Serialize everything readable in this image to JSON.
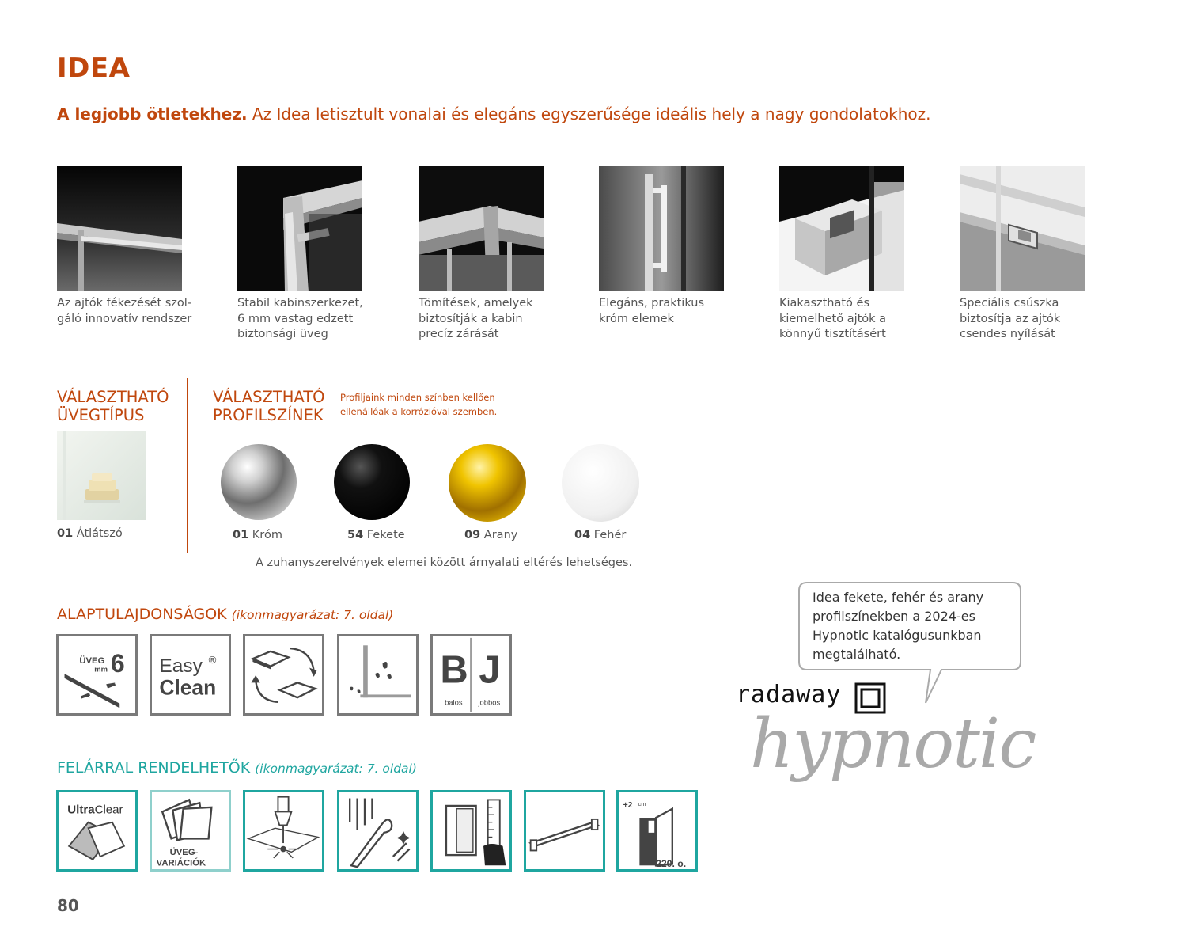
{
  "header": {
    "title": "IDEA",
    "subtitle_bold": "A legjobb ötletekhez.",
    "subtitle_rest": " Az Idea letisztult vonalai és elegáns egyszerűsége ideális hely a nagy gondolatokhoz."
  },
  "features": [
    {
      "caption": "Az ajtók fékezését szol-\ngáló innovatív rendszer"
    },
    {
      "caption": "Stabil kabinszerkezet,\n6 mm vastag edzett\nbiztonsági üveg"
    },
    {
      "caption": "Tömítések, amelyek\nbiztosítják a kabin\nprecíz zárását"
    },
    {
      "caption": "Elegáns, praktikus\nkróm elemek"
    },
    {
      "caption": "Kiakasztható és\nkiemelhető ajtók a\nkönnyű tisztításért"
    },
    {
      "caption": "Speciális csúszka\nbiztosítja az ajtók\ncsendes nyílását"
    }
  ],
  "glass": {
    "heading_line1": "VÁLASZTHATÓ",
    "heading_line2": "ÜVEGTÍPUS",
    "code": "01",
    "name": "Átlátszó"
  },
  "profiles": {
    "heading_line1": "VÁLASZTHATÓ",
    "heading_line2": "PROFILSZÍNEK",
    "note_line1": "Profiljaink minden színben kellően",
    "note_line2": "ellenállóak a korrózióval szemben.",
    "colors": [
      {
        "code": "01",
        "name": "Króm",
        "color": "#b8b8b8"
      },
      {
        "code": "54",
        "name": "Fekete",
        "color": "#111111"
      },
      {
        "code": "09",
        "name": "Arany",
        "color": "#e0b000"
      },
      {
        "code": "04",
        "name": "Fehér",
        "color": "#f2f2f2"
      }
    ],
    "disclaimer": "A zuhanyszerelvények elemei között árnyalati eltérés lehetséges."
  },
  "basic": {
    "heading": "ALAPTULAJDONSÁGOK",
    "heading_note": "(ikonmagyarázat: 7. oldal)",
    "glass_icon": {
      "line1": "ÜVEG",
      "line2": "mm",
      "value": "6"
    },
    "easyclean_icon": {
      "line1": "Easy",
      "line2": "Clean",
      "reg": "®"
    },
    "bj_icon": {
      "b": "B",
      "j": "J",
      "b_label": "balos",
      "j_label": "jobbos"
    }
  },
  "optional": {
    "heading": "FELÁRRAL RENDELHETŐK",
    "heading_note": "(ikonmagyarázat: 7. oldal)",
    "ultraclear": {
      "bold": "Ultra",
      "rest": "Clear"
    },
    "variations": {
      "line1": "ÜVEG-",
      "line2": "VARIÁCIÓK"
    },
    "extension": {
      "plus": "+2",
      "unit": "cm",
      "height": "220. o."
    }
  },
  "promo": {
    "bubble_text": "Idea fekete, fehér és arany profilszínekben a 2024-es Hypnotic katalógusunkban megtalálható.",
    "brand": "radaway",
    "script": "hypnotic"
  },
  "page_number": "80",
  "colors": {
    "accent": "#c0470d",
    "teal": "#1fa6a0",
    "icon_gray": "#7a7a7a"
  }
}
